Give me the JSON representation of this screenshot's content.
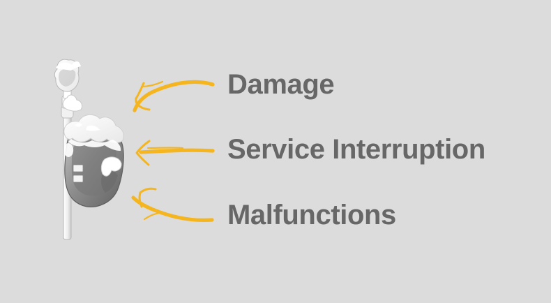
{
  "labels": [
    "Damage",
    "Service Interruption",
    "Malfunctions"
  ],
  "colors": {
    "background": "#dcdcdc",
    "text": "#676767",
    "arrow": "#f4b51f",
    "meter_body": "#8b8b8b",
    "snow": "#ffffff",
    "pipe": "#eeeeee"
  },
  "icons": {
    "main": "snow-covered-gas-meter-icon",
    "arrows": "hand-drawn-arrow-icon"
  }
}
